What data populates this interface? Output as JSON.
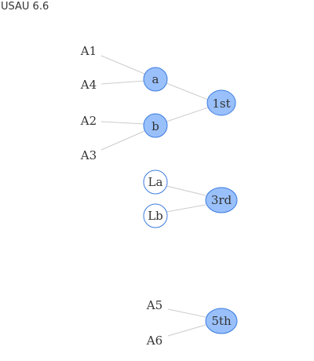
{
  "title": "USAU 6.6",
  "seeds": {
    "a1": "A1",
    "a4": "A4",
    "a2": "A2",
    "a3": "A3",
    "a5": "A5",
    "a6": "A6"
  },
  "matches": {
    "a": "a",
    "b": "b",
    "first": "1st",
    "la": "La",
    "lb": "Lb",
    "third": "3rd",
    "fifth": "5th"
  },
  "colors": {
    "node_fill": "#99c0fa",
    "node_stroke": "#3b7be0",
    "edge": "#cccccc"
  }
}
